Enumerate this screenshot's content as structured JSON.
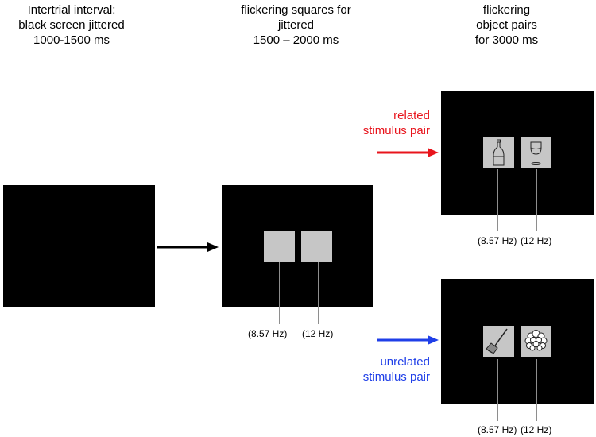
{
  "phases": [
    {
      "lines": [
        "Intertrial interval:",
        "black screen jittered",
        "1000-1500 ms"
      ]
    },
    {
      "lines": [
        "flickering squares for",
        "jittered",
        "1500 – 2000 ms"
      ]
    },
    {
      "lines": [
        "flickering",
        "object pairs",
        "for 3000 ms"
      ]
    }
  ],
  "frequencies": {
    "left": "(8.57 Hz)",
    "right": "(12 Hz)"
  },
  "conditions": {
    "related": {
      "lines": [
        "related",
        "stimulus pair"
      ],
      "color": "#e8141c",
      "objects": [
        "bottle-icon",
        "wine-glass-icon"
      ]
    },
    "unrelated": {
      "lines": [
        "unrelated",
        "stimulus pair"
      ],
      "color": "#1f3fe8",
      "objects": [
        "broom-icon",
        "curly-wig-icon"
      ]
    }
  },
  "colors": {
    "screen": "#000000",
    "square": "#c6c6c6",
    "transition_arrow": "#000000"
  }
}
